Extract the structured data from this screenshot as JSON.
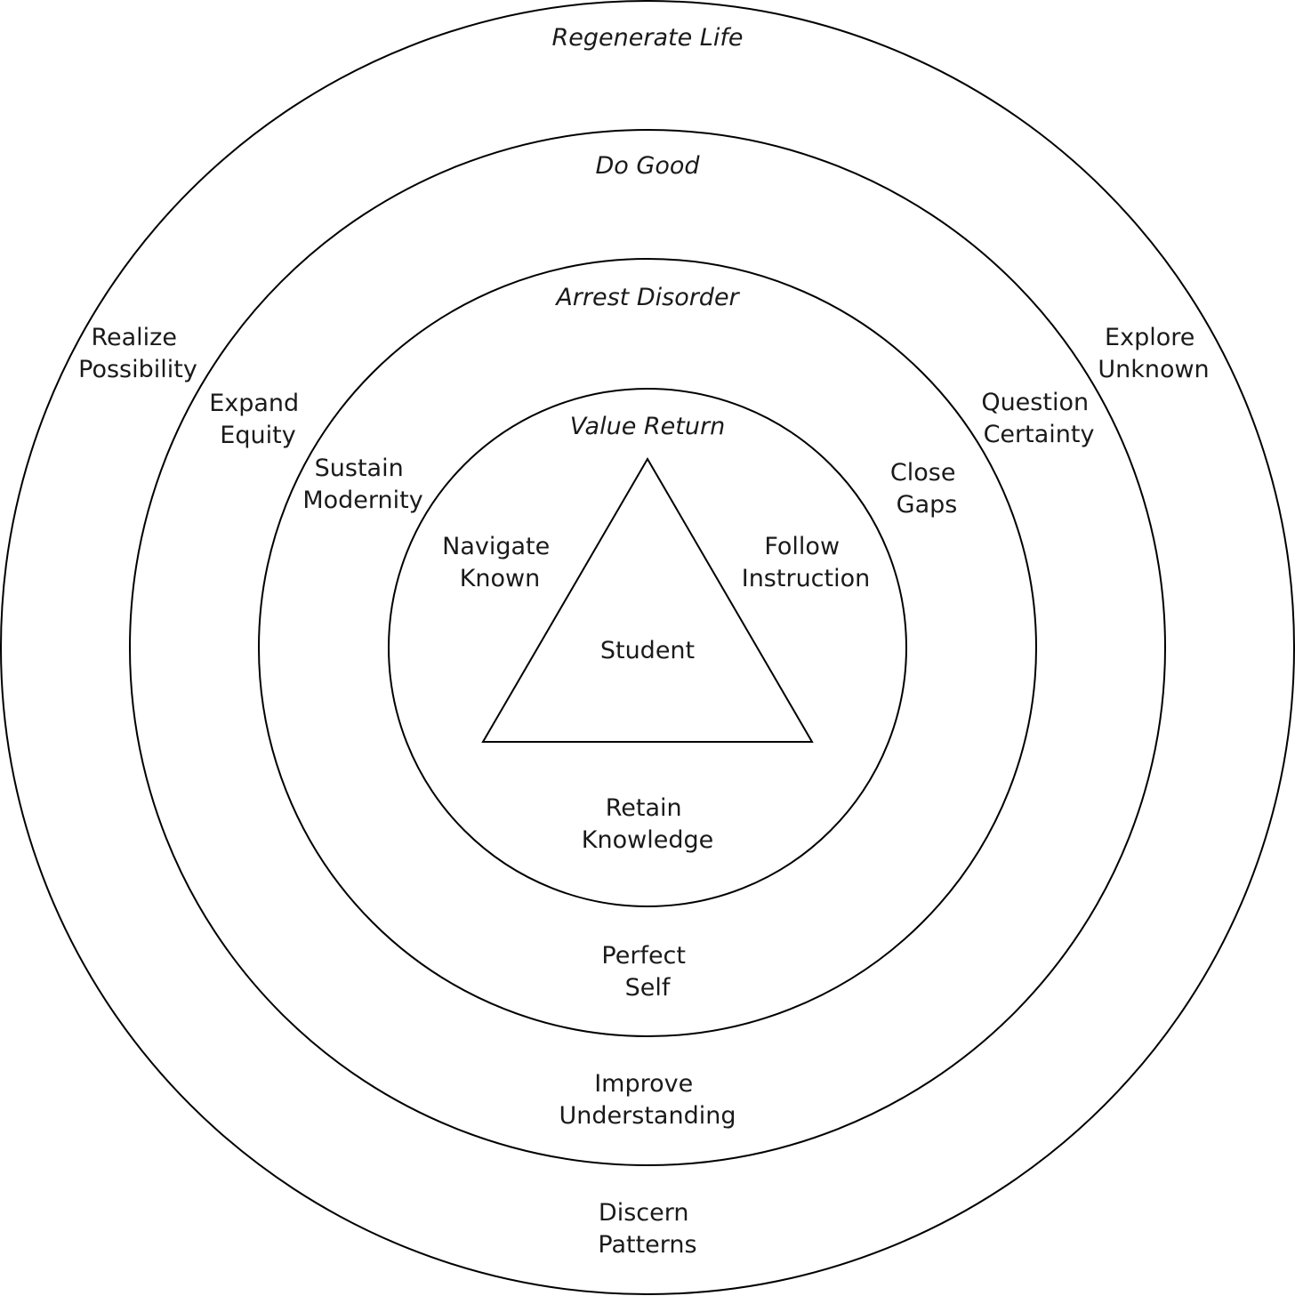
{
  "rings": [
    {
      "title": "Regenerate Life",
      "left": [
        "Realize",
        "Possibility"
      ],
      "right": [
        "Explore",
        "Unknown"
      ],
      "bottom": [
        "Discern",
        "Patterns"
      ]
    },
    {
      "title": "Do Good",
      "left": [
        "Expand",
        "Equity"
      ],
      "right": [
        "Question",
        "Certainty"
      ],
      "bottom": [
        "Improve",
        "Understanding"
      ]
    },
    {
      "title": "Arrest Disorder",
      "left": [
        "Sustain",
        "Modernity"
      ],
      "right": [
        "Close",
        "Gaps"
      ],
      "bottom": [
        "Perfect",
        "Self"
      ]
    },
    {
      "title": "Value Return",
      "left": [
        "Navigate",
        "Known"
      ],
      "right": [
        "Follow",
        "Instruction"
      ],
      "bottom": [
        "Retain",
        "Knowledge"
      ]
    }
  ],
  "center": {
    "label": "Student"
  },
  "colors": {
    "stroke": "#000000",
    "text": "#1a1a1a",
    "background": "#ffffff"
  }
}
